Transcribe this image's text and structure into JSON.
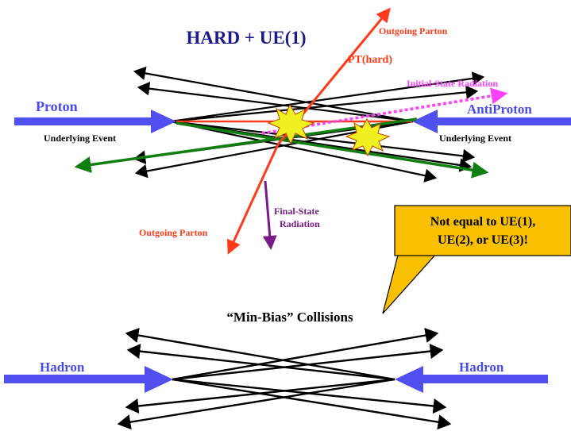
{
  "top_diagram": {
    "title": "HARD + UE(1)",
    "label_outgoing_parton_top": "Outgoing Parton",
    "label_pt_hard": "PT(hard)",
    "label_initial_state_radiation": "Initial-State Radiation",
    "label_proton": "Proton",
    "label_antiproton": "AntiProton",
    "label_underlying_event_left": "Underlying Event",
    "label_underlying_event_right": "Underlying Event",
    "label_final_state_radiation_line1": "Final-State",
    "label_final_state_radiation_line2": "Radiation",
    "label_outgoing_parton_bottom": "Outgoing Parton"
  },
  "callout": {
    "line1": "Not equal to UE(1),",
    "line2": "UE(2), or UE(3)!"
  },
  "bottom_diagram": {
    "title": "“Min-Bias” Collisions",
    "label_hadron_left": "Hadron",
    "label_hadron_right": "Hadron"
  },
  "colors": {
    "beam": "#5050f0",
    "beam_label": "#4a4af0",
    "title": "#1a1a8a",
    "parton": "#ff3a1a",
    "isr": "#ff40ff",
    "green_track": "#0f7f10",
    "fsr": "#7a1a8a",
    "callout_fill": "#f8c000",
    "starburst": "#f0f020"
  }
}
